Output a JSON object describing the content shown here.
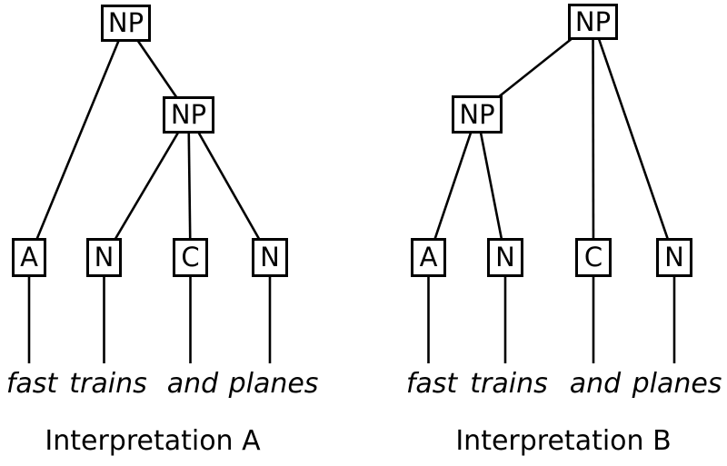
{
  "colors": {
    "foreground": "#000000",
    "background": "#ffffff"
  },
  "tree_a": {
    "caption": "Interpretation A",
    "root_label": "NP",
    "inner_label": "NP",
    "leaves": [
      "A",
      "N",
      "C",
      "N"
    ],
    "words": [
      "fast",
      "trains",
      "and",
      "planes"
    ]
  },
  "tree_b": {
    "caption": "Interpretation B",
    "root_label": "NP",
    "inner_label": "NP",
    "leaves": [
      "A",
      "N",
      "C",
      "N"
    ],
    "words": [
      "fast",
      "trains",
      "and",
      "planes"
    ]
  }
}
